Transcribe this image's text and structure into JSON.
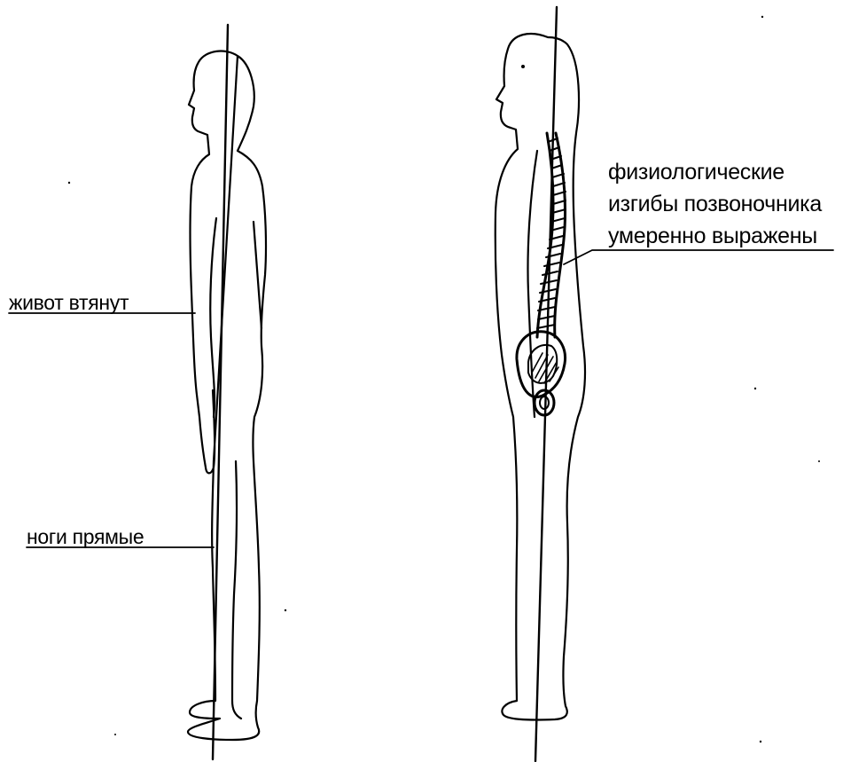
{
  "labels": {
    "belly": "живот втянут",
    "legs": "ноги прямые",
    "spine": {
      "line1": "физиологические",
      "line2": "изгибы позвоночника",
      "line3": "умеренно выражены"
    }
  },
  "colors": {
    "ink": "#000000",
    "paper": "#ffffff"
  }
}
